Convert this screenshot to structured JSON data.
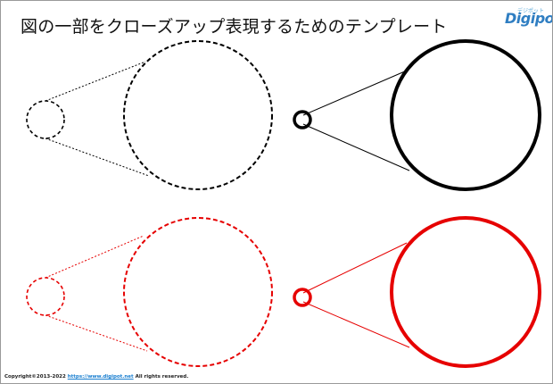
{
  "title": "図の一部をクローズアップ表現するためのテンプレート",
  "logo": {
    "top_text": "デジポット",
    "text": "Digipot"
  },
  "footer": {
    "prefix": "Copyright©2013-2022 ",
    "link": "https://www.digipot.net",
    "suffix": " All rights reserved."
  },
  "colors": {
    "black": "#000000",
    "red": "#e60000",
    "logo": "#2f7ec2"
  },
  "diagrams": [
    {
      "name": "closeup-black-dashed",
      "color": "black",
      "style": "dashed"
    },
    {
      "name": "closeup-black-solid",
      "color": "black",
      "style": "solid"
    },
    {
      "name": "closeup-red-dashed",
      "color": "red",
      "style": "dashed"
    },
    {
      "name": "closeup-red-solid",
      "color": "red",
      "style": "solid"
    }
  ]
}
